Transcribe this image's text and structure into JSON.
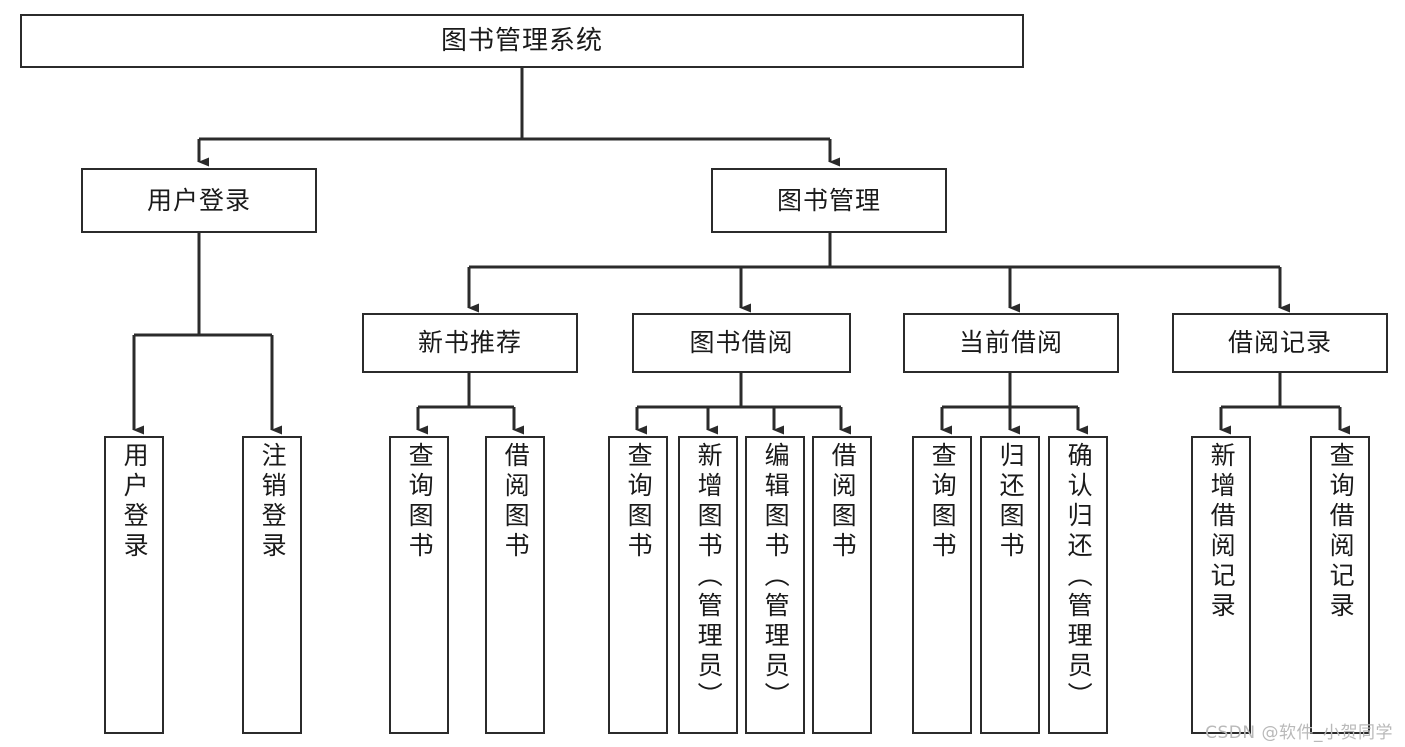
{
  "diagram": {
    "type": "tree-hierarchy",
    "title": "图书管理系统",
    "orientation": "top-down",
    "colors": {
      "box_border": "#2b2b2b",
      "box_fill": "#ffffff",
      "connector": "#2b2b2b",
      "watermark": "#b9b9b9",
      "background": "#ffffff"
    },
    "watermark": "CSDN @软件_小贺同学",
    "levels": {
      "root": {
        "label": "图书管理系统"
      },
      "modules": [
        {
          "label": "用户登录"
        },
        {
          "label": "图书管理"
        }
      ],
      "submodules": [
        {
          "label": "新书推荐"
        },
        {
          "label": "图书借阅"
        },
        {
          "label": "当前借阅"
        },
        {
          "label": "借阅记录"
        }
      ],
      "leaves": {
        "user_login": [
          {
            "label": "用户登录"
          },
          {
            "label": "注销登录"
          }
        ],
        "new_book_recommend": [
          {
            "label": "查询图书"
          },
          {
            "label": "借阅图书"
          }
        ],
        "book_borrow": [
          {
            "label": "查询图书"
          },
          {
            "label": "新增图书（管理员）"
          },
          {
            "label": "编辑图书（管理员）"
          },
          {
            "label": "借阅图书"
          }
        ],
        "current_borrow": [
          {
            "label": "查询图书"
          },
          {
            "label": "归还图书"
          },
          {
            "label": "确认归还（管理员）"
          }
        ],
        "borrow_record": [
          {
            "label": "新增借阅记录"
          },
          {
            "label": "查询借阅记录"
          }
        ]
      }
    }
  }
}
